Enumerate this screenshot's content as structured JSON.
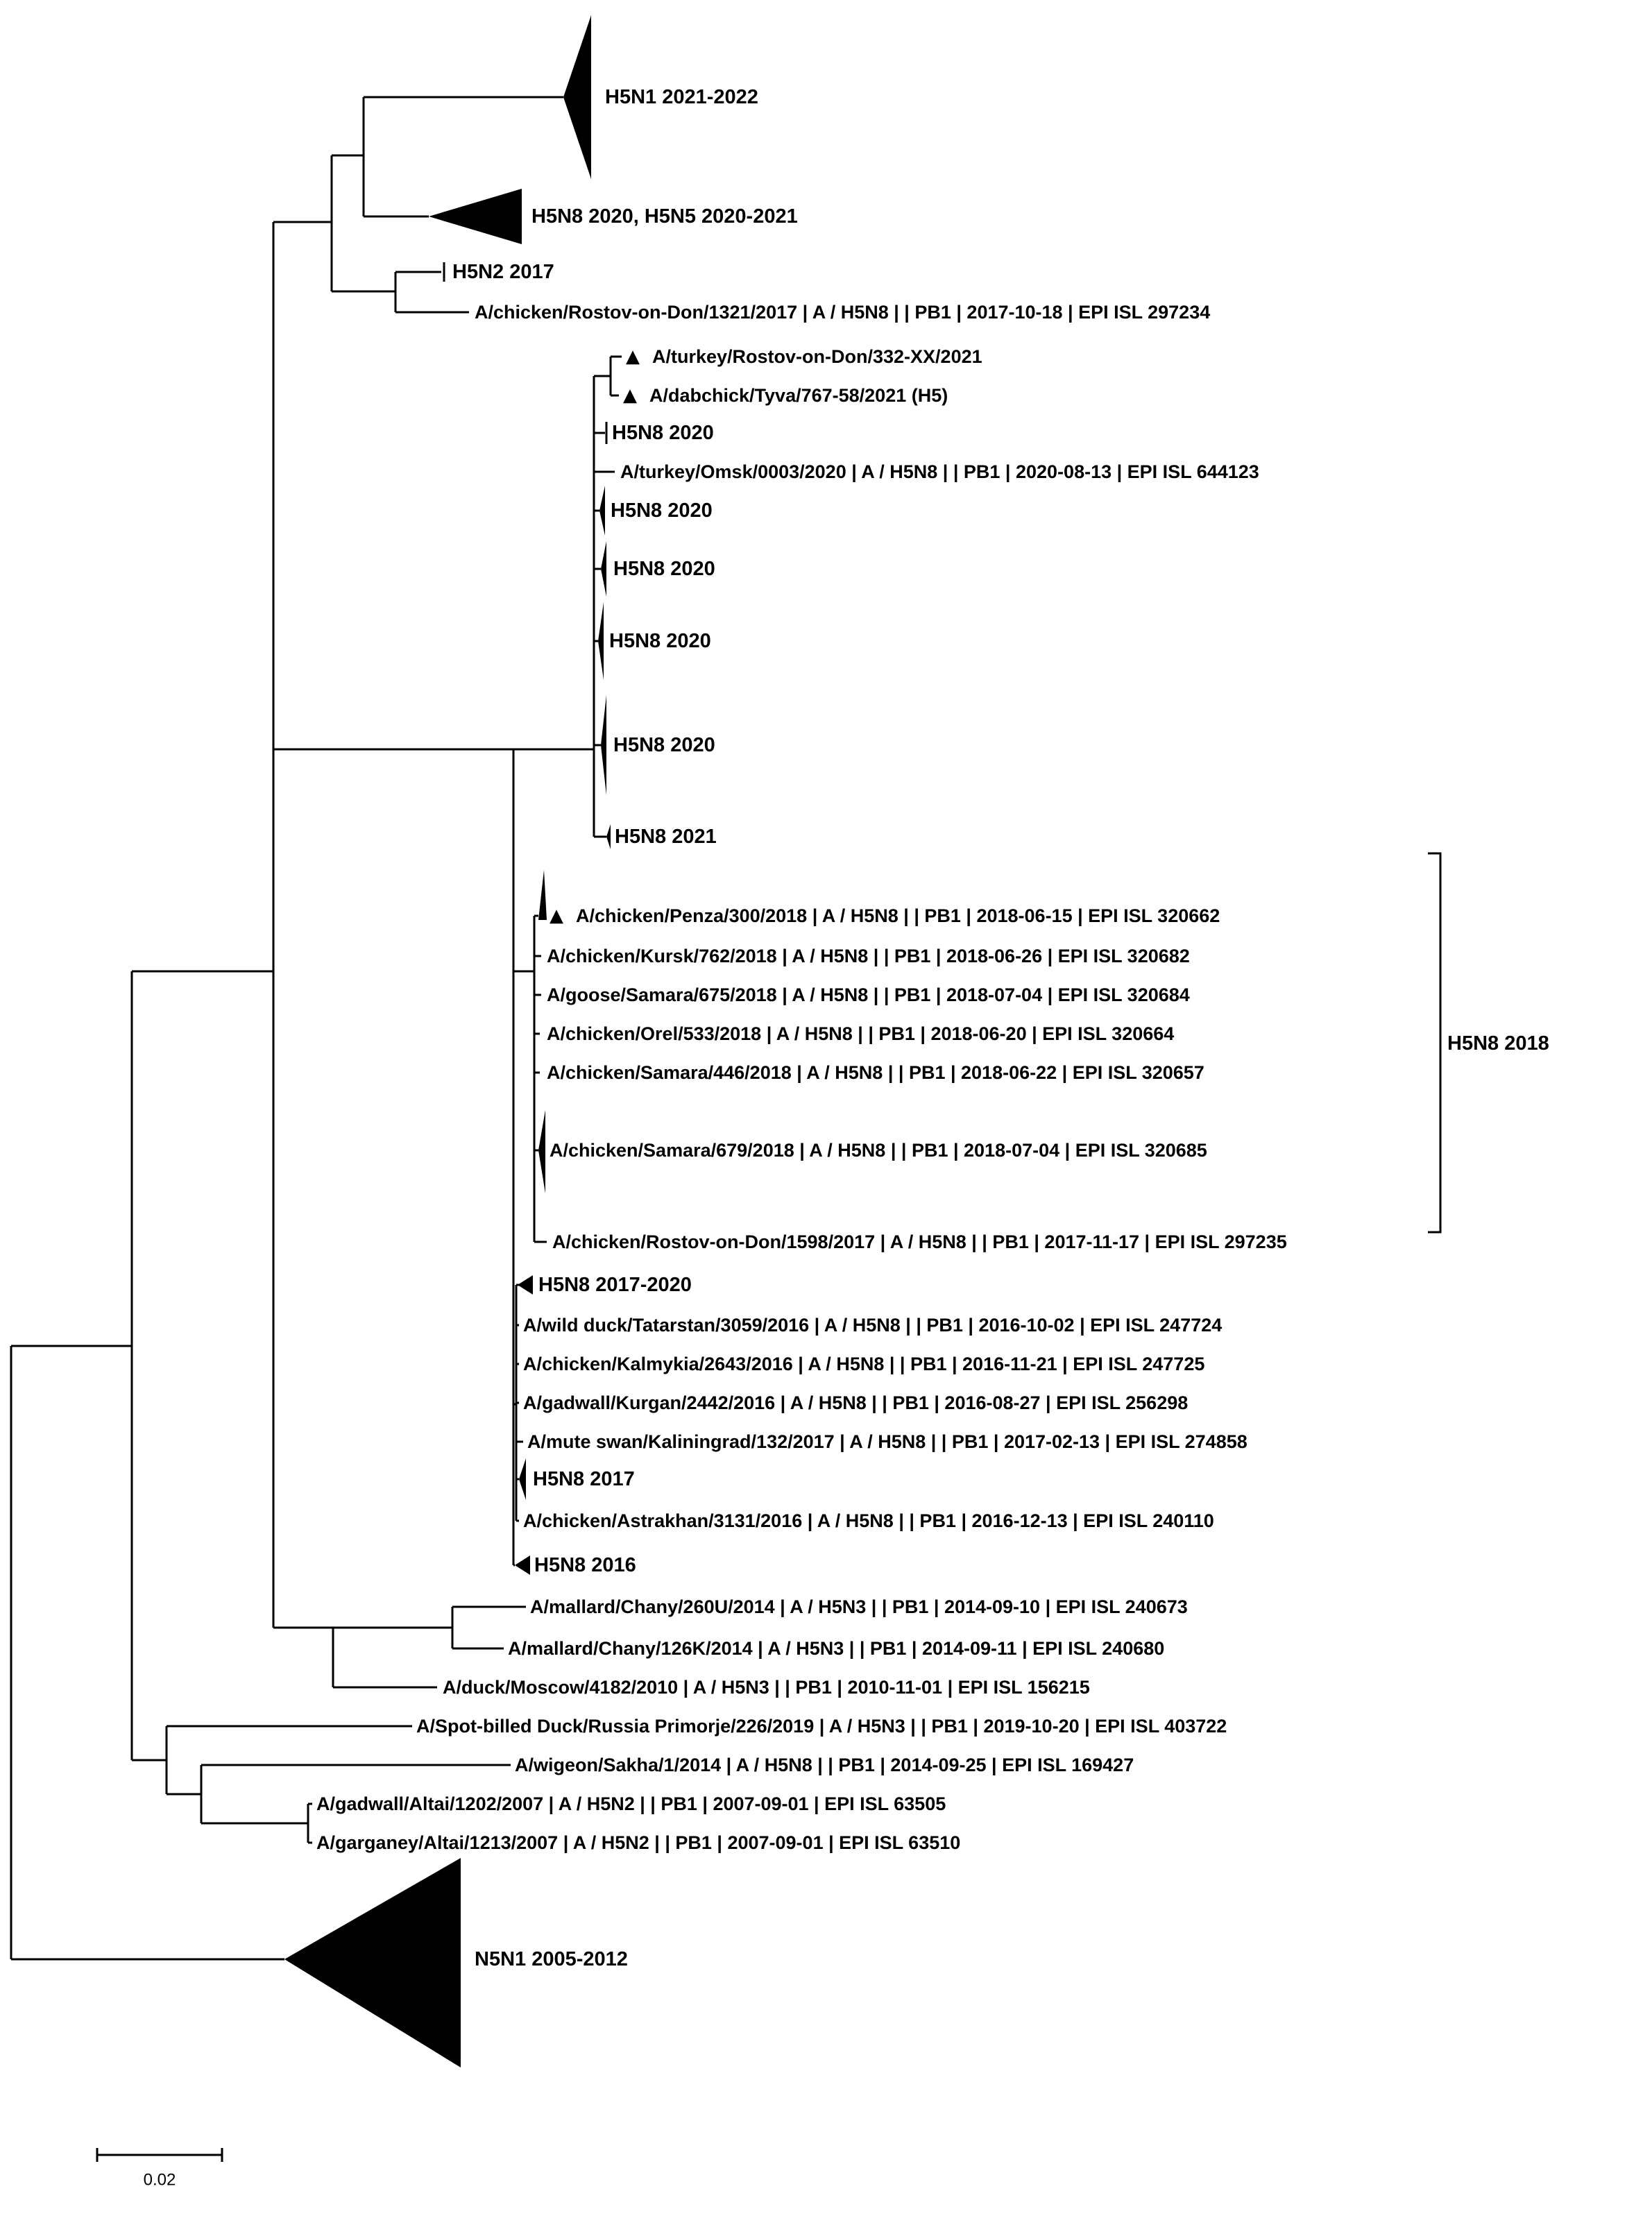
{
  "figure": {
    "type": "phylogenetic-tree",
    "accent_color": "#000000",
    "background_color": "#ffffff"
  },
  "tree": {
    "labels": [
      {
        "text": "H5N1 2021-2022"
      },
      {
        "text": "H5N8 2020, H5N5 2020-2021"
      },
      {
        "text": "H5N2 2017"
      },
      {
        "text": "A/chicken/Rostov-on-Don/1321/2017 | A / H5N8 | | PB1 | 2017-10-18 | EPI ISL 297234"
      },
      {
        "marker": "▲",
        "text": "A/turkey/Rostov-on-Don/332-XX/2021"
      },
      {
        "marker": "▲",
        "text": "A/dabchick/Tyva/767-58/2021 (H5)"
      },
      {
        "text": "H5N8  2020"
      },
      {
        "text": "A/turkey/Omsk/0003/2020 | A / H5N8 | | PB1 | 2020-08-13 | EPI ISL 644123"
      },
      {
        "text": "H5N8 2020"
      },
      {
        "text": "H5N8 2020"
      },
      {
        "text": "H5N8 2020"
      },
      {
        "text": "H5N8 2020"
      },
      {
        "text": "H5N8 2021"
      },
      {
        "marker": "▲",
        "text": "A/chicken/Penza/300/2018 | A / H5N8 | | PB1 | 2018-06-15 | EPI ISL 320662"
      },
      {
        "text": "A/chicken/Kursk/762/2018 | A / H5N8 | | PB1 | 2018-06-26 | EPI ISL 320682"
      },
      {
        "text": "A/goose/Samara/675/2018 | A / H5N8 | | PB1 | 2018-07-04 | EPI ISL 320684"
      },
      {
        "text": "A/chicken/Orel/533/2018 | A / H5N8 | | PB1 | 2018-06-20 | EPI ISL 320664"
      },
      {
        "text": "A/chicken/Samara/446/2018 | A / H5N8 | | PB1 | 2018-06-22 | EPI ISL 320657"
      },
      {
        "text": "A/chicken/Samara/679/2018 | A / H5N8 | | PB1 | 2018-07-04 | EPI ISL 320685"
      },
      {
        "text": "A/chicken/Rostov-on-Don/1598/2017 | A / H5N8 | | PB1 | 2017-11-17 | EPI ISL 297235"
      },
      {
        "text": "H5N8 2017-2020"
      },
      {
        "text": "A/wild duck/Tatarstan/3059/2016 | A / H5N8 | | PB1 | 2016-10-02 | EPI ISL 247724"
      },
      {
        "text": "A/chicken/Kalmykia/2643/2016 | A / H5N8 | | PB1 | 2016-11-21 | EPI ISL 247725"
      },
      {
        "text": "A/gadwall/Kurgan/2442/2016 | A / H5N8 | | PB1 | 2016-08-27 | EPI ISL 256298"
      },
      {
        "text": "A/mute swan/Kaliningrad/132/2017 | A / H5N8 | | PB1 | 2017-02-13 | EPI ISL 274858"
      },
      {
        "text": "H5N8 2017"
      },
      {
        "text": "A/chicken/Astrakhan/3131/2016 | A / H5N8 | | PB1 | 2016-12-13 | EPI ISL 240110"
      },
      {
        "text": "H5N8 2016"
      },
      {
        "text": "A/mallard/Chany/260U/2014 | A / H5N3 | | PB1 | 2014-09-10 | EPI ISL 240673"
      },
      {
        "text": "A/mallard/Chany/126K/2014 | A / H5N3 | | PB1 | 2014-09-11 | EPI ISL 240680"
      },
      {
        "text": "A/duck/Moscow/4182/2010 | A / H5N3 | | PB1 | 2010-11-01 | EPI ISL 156215"
      },
      {
        "text": "A/Spot-billed Duck/Russia Primorje/226/2019 | A / H5N3 | | PB1 | 2019-10-20 | EPI ISL 403722"
      },
      {
        "text": "A/wigeon/Sakha/1/2014 | A / H5N8 | | PB1 | 2014-09-25 | EPI ISL 169427"
      },
      {
        "text": "A/gadwall/Altai/1202/2007 | A / H5N2 | | PB1 | 2007-09-01 | EPI ISL 63505"
      },
      {
        "text": "A/garganey/Altai/1213/2007 | A / H5N2 | | PB1 | 2007-09-01 | EPI ISL 63510"
      },
      {
        "text": "N5N1 2005-2012"
      }
    ]
  },
  "annotations": {
    "bracket_label": "H5N8 2018",
    "scale_bar_label": "0.02"
  }
}
